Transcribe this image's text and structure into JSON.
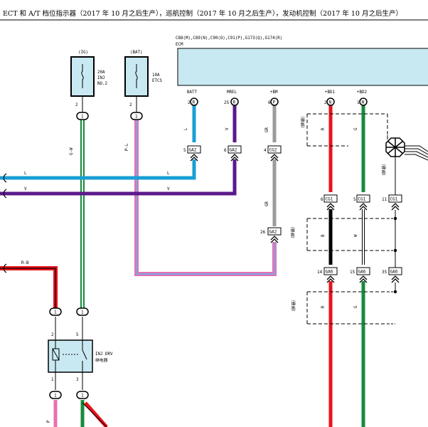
{
  "title": "ECT 和 A/T 档位指示器（2017 年 10 月之后生产），巡航控制（2017 年 10 月之后生产），发动机控制（2017 年 10 月之后生产）",
  "ecm": {
    "connectors": "C88(M),C89(N),C90(O),C91(P),G173(Q),G174(R)",
    "name": "ECM",
    "pins": [
      {
        "label": "BATT",
        "num": "2",
        "letter": "R"
      },
      {
        "label": "MREL",
        "num": "25",
        "letter": "R"
      },
      {
        "label": "+BM",
        "num": "6",
        "letter": "P"
      },
      {
        "label": "+BD1",
        "num": "2",
        "letter": "N"
      },
      {
        "label": "+BD2",
        "num": "1",
        "letter": "N"
      }
    ]
  },
  "fuses": [
    {
      "source": "(IG)",
      "rating": "20A",
      "line2": "INJ",
      "line3": "NO.2",
      "pin": "2",
      "junction": "1"
    },
    {
      "source": "(BAT)",
      "rating": "10A",
      "line2": "ETCS",
      "line3": "",
      "pin": "2",
      "junction": "1"
    }
  ],
  "relay": {
    "name": "INJ DRV",
    "sub": "继电器",
    "pins": {
      "top_left": "2",
      "top_right": "5",
      "bottom_left": "1",
      "bottom_right": "3"
    }
  },
  "wires": {
    "g_w": "G-W",
    "p_l": "P-L",
    "l": "L",
    "v": "V",
    "gr": "GR",
    "r": "R",
    "g": "G",
    "b": "B",
    "w": "W",
    "r_b": "R-B",
    "p": "P"
  },
  "connectors": {
    "ga2_a": {
      "num": "5",
      "id": "GA2"
    },
    "ga2_b": {
      "num": "6",
      "id": "GA2"
    },
    "cg2": {
      "num": "4",
      "id": "CG2"
    },
    "ga2_c": {
      "num": "26",
      "id": "GA2"
    },
    "cg1_a": {
      "num": "6",
      "id": "CG1"
    },
    "cg1_b": {
      "num": "5",
      "id": "CG1"
    },
    "cg1_c": {
      "num": "11",
      "id": "CG1"
    },
    "ga6_a": {
      "num": "14",
      "id": "GA6"
    },
    "ga6_b": {
      "num": "15",
      "id": "GA6"
    },
    "ga6_c": {
      "num": "35",
      "id": "GA6"
    }
  },
  "junctions": {
    "j1": "1",
    "j2": "1",
    "j3": "1",
    "j4": "1"
  },
  "shield": "（屏蔽）",
  "colors": {
    "ecm_fill": "#c9e9f2",
    "blue": "#1a9fd3",
    "purple": "#5b1a8a",
    "gray": "#9b9b9b",
    "red": "#e8131b",
    "green": "#168a3c",
    "pink": "#e86fb2",
    "black": "#000000"
  }
}
